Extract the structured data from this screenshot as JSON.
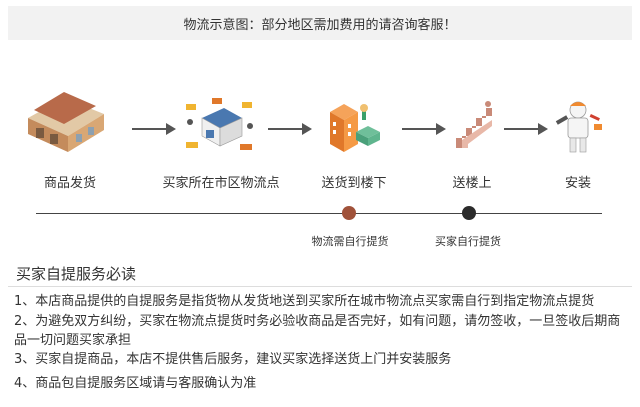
{
  "header": {
    "text": "物流示意图：部分地区需加费用的请咨询客服！"
  },
  "steps": [
    {
      "label": "商品发货",
      "icon": "warehouse-icon"
    },
    {
      "label": "买家所在市区物流点",
      "icon": "logistics-hub-icon"
    },
    {
      "label": "送货到楼下",
      "icon": "building-delivery-icon"
    },
    {
      "label": "送楼上",
      "icon": "stairs-icon"
    },
    {
      "label": "安装",
      "icon": "installer-icon"
    }
  ],
  "timeline": {
    "markers": [
      {
        "label": "物流需自行提货",
        "color": "#a0523a"
      },
      {
        "label": "买家自行提货",
        "color": "#2b2b2b"
      }
    ]
  },
  "notes": {
    "title": "买家自提服务必读",
    "items": [
      "1、本店商品提供的自提服务是指货物从发货地送到买家所在城市物流点买家需自行到指定物流点提货",
      "2、为避免双方纠纷，买家在物流点提货时务必验收商品是否完好，如有问题，请勿签收，一旦签收后期商品一切问题买家承担",
      "3、买家自提商品，本店不提供售后服务，建议买家选择送货上门并安装服务",
      "4、商品包自提服务区域请与客服确认为准"
    ]
  }
}
